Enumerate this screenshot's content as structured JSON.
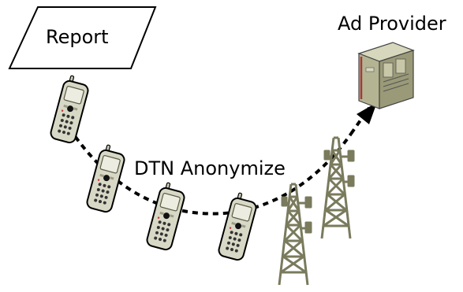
{
  "labels": {
    "report": "Report",
    "anonymize": "DTN Anonymize",
    "ad_provider": "Ad Provider"
  },
  "icons": {
    "report_shape": "parallelogram",
    "phones": [
      "mobile-phone-icon",
      "mobile-phone-icon",
      "mobile-phone-icon",
      "mobile-phone-icon"
    ],
    "towers": [
      "cell-tower-icon",
      "cell-tower-icon"
    ],
    "server": "server-icon"
  },
  "colors": {
    "outline": "#000000",
    "phone_body": "#d8d8c6",
    "phone_shadow": "#9d9d87",
    "tower": "#7a7a5d",
    "server": "#b4b493",
    "server_accent": "#a03b3b"
  }
}
